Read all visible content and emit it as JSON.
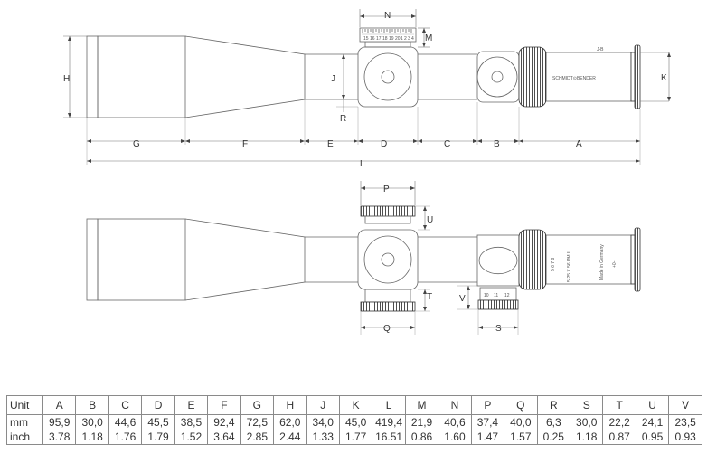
{
  "diagram": {
    "top_view_labels": {
      "N": "N",
      "M": "M",
      "H": "H",
      "J": "J",
      "R": "R",
      "K": "K",
      "G": "G",
      "F": "F",
      "E": "E",
      "D": "D",
      "C": "C",
      "B": "B",
      "A": "A",
      "L": "L"
    },
    "bottom_view_labels": {
      "P": "P",
      "U": "U",
      "T": "T",
      "V": "V",
      "Q": "Q",
      "S": "S"
    },
    "brand_ring_text": "SCHMIDT⊙BENDER",
    "eyepiece_text": [
      "Made in Germany",
      "+0-"
    ],
    "zoom_ring_text": [
      "5-25 X 56 PM II",
      "5 6 7 8"
    ],
    "turret_scale_top": [
      "15",
      "16",
      "17",
      "18",
      "19",
      "20",
      "1",
      "2",
      "3",
      "4"
    ],
    "turret_scale_bottom": [
      "10",
      "11",
      "12"
    ]
  },
  "table": {
    "unit_header": "Unit",
    "columns": [
      "A",
      "B",
      "C",
      "D",
      "E",
      "F",
      "G",
      "H",
      "J",
      "K",
      "L",
      "M",
      "N",
      "P",
      "Q",
      "R",
      "S",
      "T",
      "U",
      "V"
    ],
    "rows": [
      {
        "units": [
          "mm",
          "inch"
        ],
        "values": [
          [
            "95,9",
            "3.78"
          ],
          [
            "30,0",
            "1.18"
          ],
          [
            "44,6",
            "1.76"
          ],
          [
            "45,5",
            "1.79"
          ],
          [
            "38,5",
            "1.52"
          ],
          [
            "92,4",
            "3.64"
          ],
          [
            "72,5",
            "2.85"
          ],
          [
            "62,0",
            "2.44"
          ],
          [
            "34,0",
            "1.33"
          ],
          [
            "45,0",
            "1.77"
          ],
          [
            "419,4",
            "16.51"
          ],
          [
            "21,9",
            "0.86"
          ],
          [
            "40,6",
            "1.60"
          ],
          [
            "37,4",
            "1.47"
          ],
          [
            "40,0",
            "1.57"
          ],
          [
            "6,3",
            "0.25"
          ],
          [
            "30,0",
            "1.18"
          ],
          [
            "22,2",
            "0.87"
          ],
          [
            "24,1",
            "0.95"
          ],
          [
            "23,5",
            "0.93"
          ]
        ]
      }
    ]
  }
}
